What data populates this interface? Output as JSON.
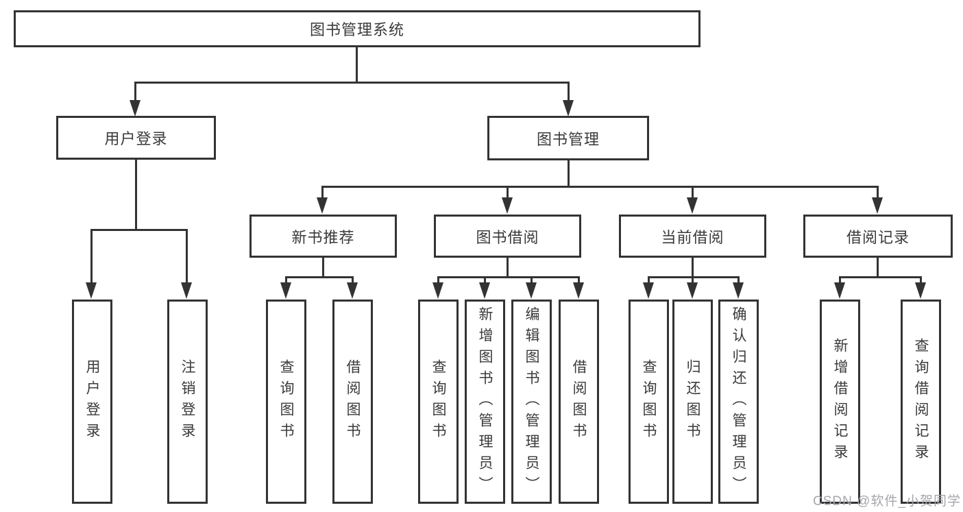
{
  "diagram": {
    "title": "图书管理系统",
    "root": {
      "label": "图书管理系统"
    },
    "level2": [
      {
        "label": "用户登录"
      },
      {
        "label": "图书管理"
      }
    ],
    "level3": [
      {
        "label": "新书推荐",
        "parent": "图书管理"
      },
      {
        "label": "图书借阅",
        "parent": "图书管理"
      },
      {
        "label": "当前借阅",
        "parent": "图书管理"
      },
      {
        "label": "借阅记录",
        "parent": "图书管理"
      }
    ],
    "leaves": [
      {
        "label": "用户登录",
        "parent": "用户登录"
      },
      {
        "label": "注销登录",
        "parent": "用户登录"
      },
      {
        "label": "查询图书",
        "parent": "新书推荐"
      },
      {
        "label": "借阅图书",
        "parent": "新书推荐"
      },
      {
        "label": "查询图书",
        "parent": "图书借阅"
      },
      {
        "label": "新增图书（管理员）",
        "parent": "图书借阅"
      },
      {
        "label": "编辑图书（管理员）",
        "parent": "图书借阅"
      },
      {
        "label": "借阅图书",
        "parent": "图书借阅"
      },
      {
        "label": "查询图书",
        "parent": "当前借阅"
      },
      {
        "label": "归还图书",
        "parent": "当前借阅"
      },
      {
        "label": "确认归还（管理员）",
        "parent": "当前借阅"
      },
      {
        "label": "新增借阅记录",
        "parent": "借阅记录"
      },
      {
        "label": "查询借阅记录",
        "parent": "借阅记录"
      }
    ],
    "colors": {
      "line": "#333333",
      "text": "#3a3a3a",
      "background": "#ffffff",
      "watermark": "#a6a6ab"
    }
  },
  "watermark": {
    "text": "CSDN @软件_小贺同学"
  }
}
